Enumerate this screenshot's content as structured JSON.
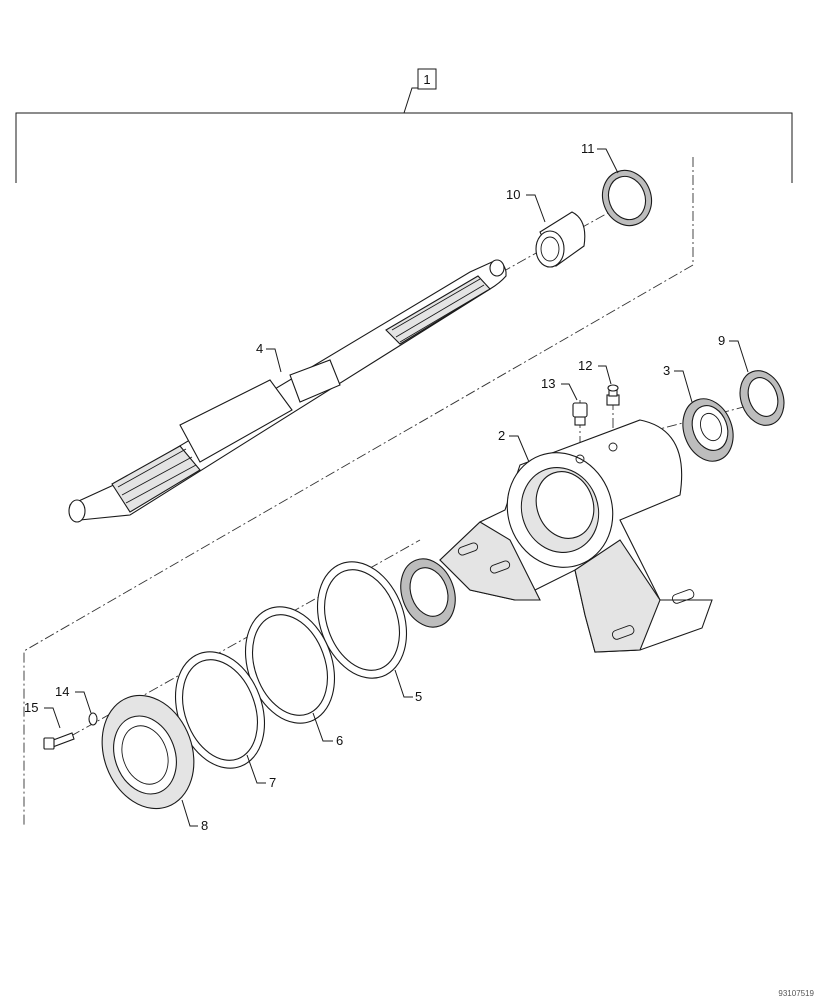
{
  "diagram": {
    "assembly_callout": "1",
    "callouts": {
      "p2": "2",
      "p3": "3",
      "p4": "4",
      "p5": "5",
      "p6": "6",
      "p7": "7",
      "p8": "8",
      "p9": "9",
      "p10": "10",
      "p11": "11",
      "p12": "12",
      "p13": "13",
      "p14": "14",
      "p15": "15"
    },
    "reference_code": "93107519"
  }
}
